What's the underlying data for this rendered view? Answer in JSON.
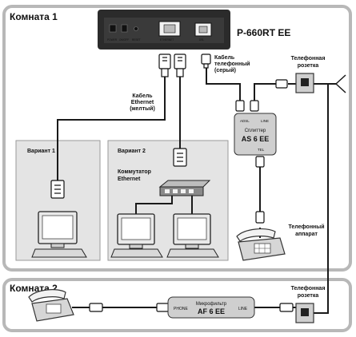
{
  "room1": {
    "title": "Комната 1"
  },
  "room2": {
    "title": "Комната 2"
  },
  "router": {
    "model": "P-660RT EE",
    "port_labels": [
      "POWER",
      "ON/OFF",
      "RESET",
      "ETHERNET",
      "DSL"
    ]
  },
  "labels": {
    "phone_cable_line1": "Кабель",
    "phone_cable_line2": "телефонный",
    "phone_cable_line3": "(серый)",
    "ethernet_cable_line1": "Кабель",
    "ethernet_cable_line2": "Ethernet",
    "ethernet_cable_line3": "(желтый)",
    "socket1_line1": "Телефонная",
    "socket1_line2": "розетка",
    "socket2_line1": "Телефонная",
    "socket2_line2": "розетка",
    "phone1_line1": "Телефонный",
    "phone1_line2": "аппарат",
    "switch_line1": "Коммутатор",
    "switch_line2": "Ethernet"
  },
  "variant1": {
    "title": "Вариант 1"
  },
  "variant2": {
    "title": "Вариант 2"
  },
  "splitter": {
    "port_adsl": "ADSL",
    "port_line": "LINE",
    "name": "Сплиттер",
    "model": "AS 6 EE",
    "port_tel": "TEL"
  },
  "microfilter": {
    "port_phone": "PHONE",
    "name": "Микрофильтр",
    "model": "AF 6 EE",
    "port_line": "LINE"
  },
  "colors": {
    "frame": "#bdbdbd",
    "variant_bg": "#e4e4e4",
    "device_dark": "#2b2b2b",
    "cable": "#1a1a1a"
  }
}
